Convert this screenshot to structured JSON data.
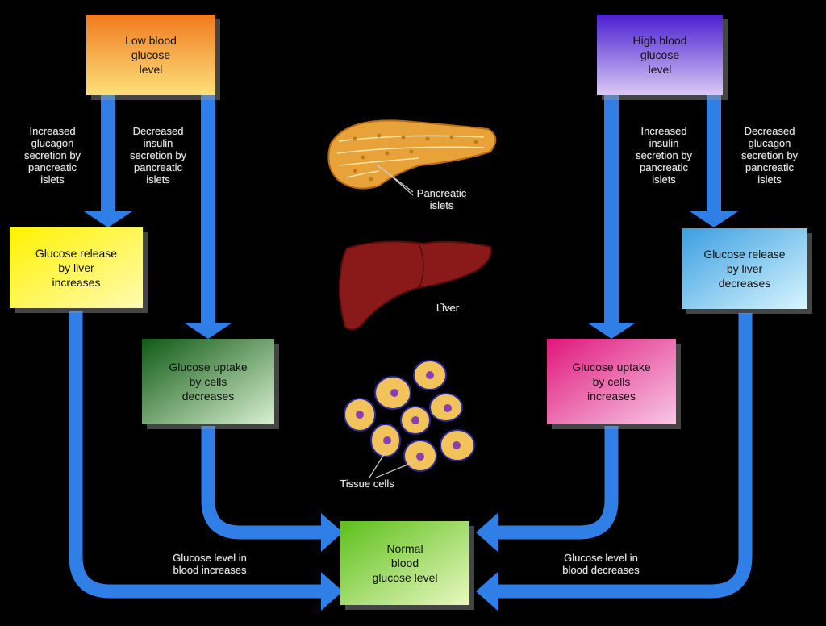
{
  "boxes": {
    "low_glucose": "Low blood\nglucose\nlevel",
    "high_glucose": "High blood\nglucose\nlevel",
    "glucose_release_increases": "Glucose release\nby liver\nincreases",
    "glucose_release_decreases": "Glucose release\nby liver\ndecreases",
    "uptake_decreases": "Glucose uptake\nby cells\ndecreases",
    "uptake_increases": "Glucose uptake\nby cells\nincreases",
    "normal": "Normal\nblood\nglucose level"
  },
  "arrow_labels": {
    "increased_glucagon": "Increased\nglucagon\nsecretion by\npancreatic\nislets",
    "decreased_insulin": "Decreased\ninsulin\nsecretion by\npancreatic\nislets",
    "increased_insulin": "Increased\ninsulin\nsecretion by\npancreatic\nislets",
    "decreased_glucagon": "Decreased\nglucagon\nsecretion by\npancreatic\nislets",
    "level_increases": "Glucose level in\nblood increases",
    "level_decreases": "Glucose level in\nblood decreases"
  },
  "organ_labels": {
    "pancreatic_islets": "Pancreatic\nislets",
    "liver": "Liver",
    "tissue_cells": "Tissue cells"
  },
  "colors": {
    "arrow": "#2f7fe6",
    "pancreas": "#e8a23a",
    "liver": "#8a1a1a",
    "cell": "#f2c35a",
    "nucleus": "#8a3fb0"
  }
}
